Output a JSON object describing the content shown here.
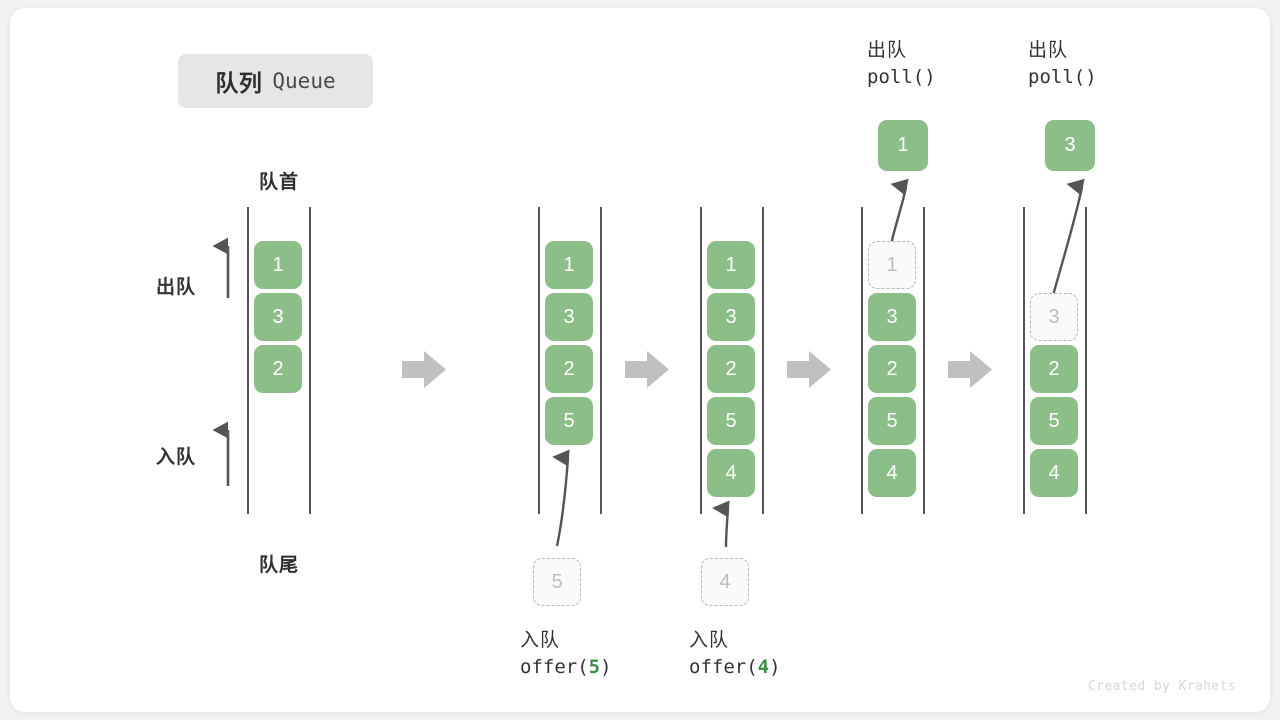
{
  "title": {
    "cn": "队列",
    "en": "Queue"
  },
  "captions": {
    "head": "队首",
    "tail": "队尾"
  },
  "side_labels": {
    "dequeue": "出队",
    "enqueue": "入队"
  },
  "colors": {
    "element": "#8cbf87",
    "ghost_border": "#b6b6b6",
    "ghost_text": "#bdbdbd",
    "rail": "#555555",
    "arrow": "#555555",
    "step_arrow": "#c0c0c0",
    "accent_text": "#3f8f45",
    "card": "#ffffff",
    "page": "#f2f2f2",
    "badge": "#e6e6e6"
  },
  "stages": [
    {
      "name": "initial",
      "cells": [
        "1",
        "3",
        "2"
      ]
    },
    {
      "name": "after-offer-5",
      "cells": [
        "1",
        "3",
        "2",
        "5"
      ]
    },
    {
      "name": "after-offer-4",
      "cells": [
        "1",
        "3",
        "2",
        "5",
        "4"
      ]
    },
    {
      "name": "poll-1",
      "cells": [
        "1",
        "3",
        "2",
        "5",
        "4"
      ],
      "ghost_index": 0
    },
    {
      "name": "poll-3",
      "cells": [
        "",
        "3",
        "2",
        "5",
        "4"
      ],
      "ghost_index": 1
    }
  ],
  "operations": {
    "offer5": {
      "cn": "入队",
      "fn": "offer(",
      "arg": "5",
      "close": ")",
      "ghost_value": "5"
    },
    "offer4": {
      "cn": "入队",
      "fn": "offer(",
      "arg": "4",
      "close": ")",
      "ghost_value": "4"
    },
    "poll1": {
      "cn": "出队",
      "code": "poll()",
      "popped_value": "1"
    },
    "poll3": {
      "cn": "出队",
      "code": "poll()",
      "popped_value": "3"
    }
  },
  "credit": "Created by Krahets"
}
